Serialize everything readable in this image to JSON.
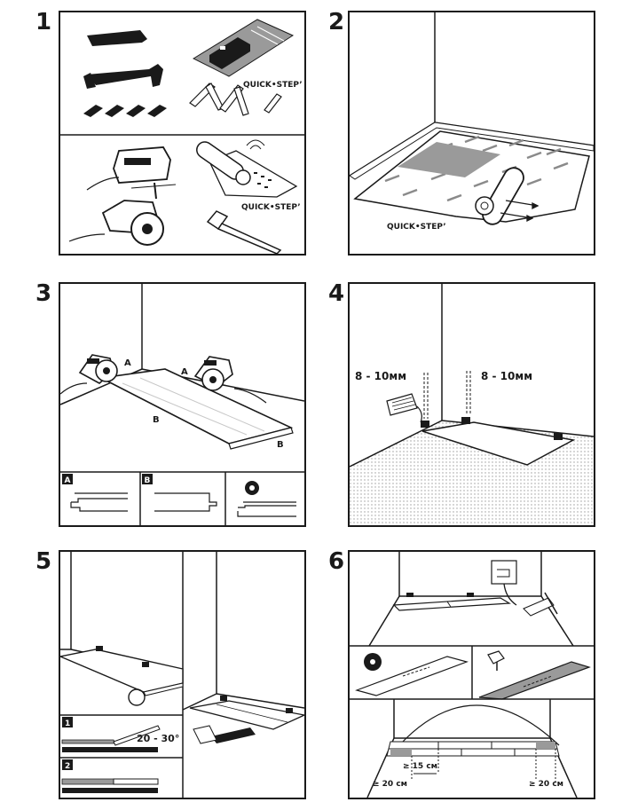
{
  "steps": [
    {
      "number": "1"
    },
    {
      "number": "2"
    },
    {
      "number": "3"
    },
    {
      "number": "4"
    },
    {
      "number": "5"
    },
    {
      "number": "6"
    }
  ],
  "brand": {
    "logo_text": "QUICK•STEP’"
  },
  "step3": {
    "edge_label_a": "A",
    "edge_label_b": "B",
    "sub_label_a": "A",
    "sub_label_b": "B"
  },
  "step4": {
    "gap_left": "8 - 10мм",
    "gap_right": "8 - 10мм"
  },
  "step5": {
    "sub_label_1": "1",
    "sub_label_2": "2",
    "angle": "20 - 30°"
  },
  "step6": {
    "min_offset": "≥ 15 см",
    "min_row_left": "≥ 20 см",
    "min_row_right": "≥ 20 см"
  }
}
